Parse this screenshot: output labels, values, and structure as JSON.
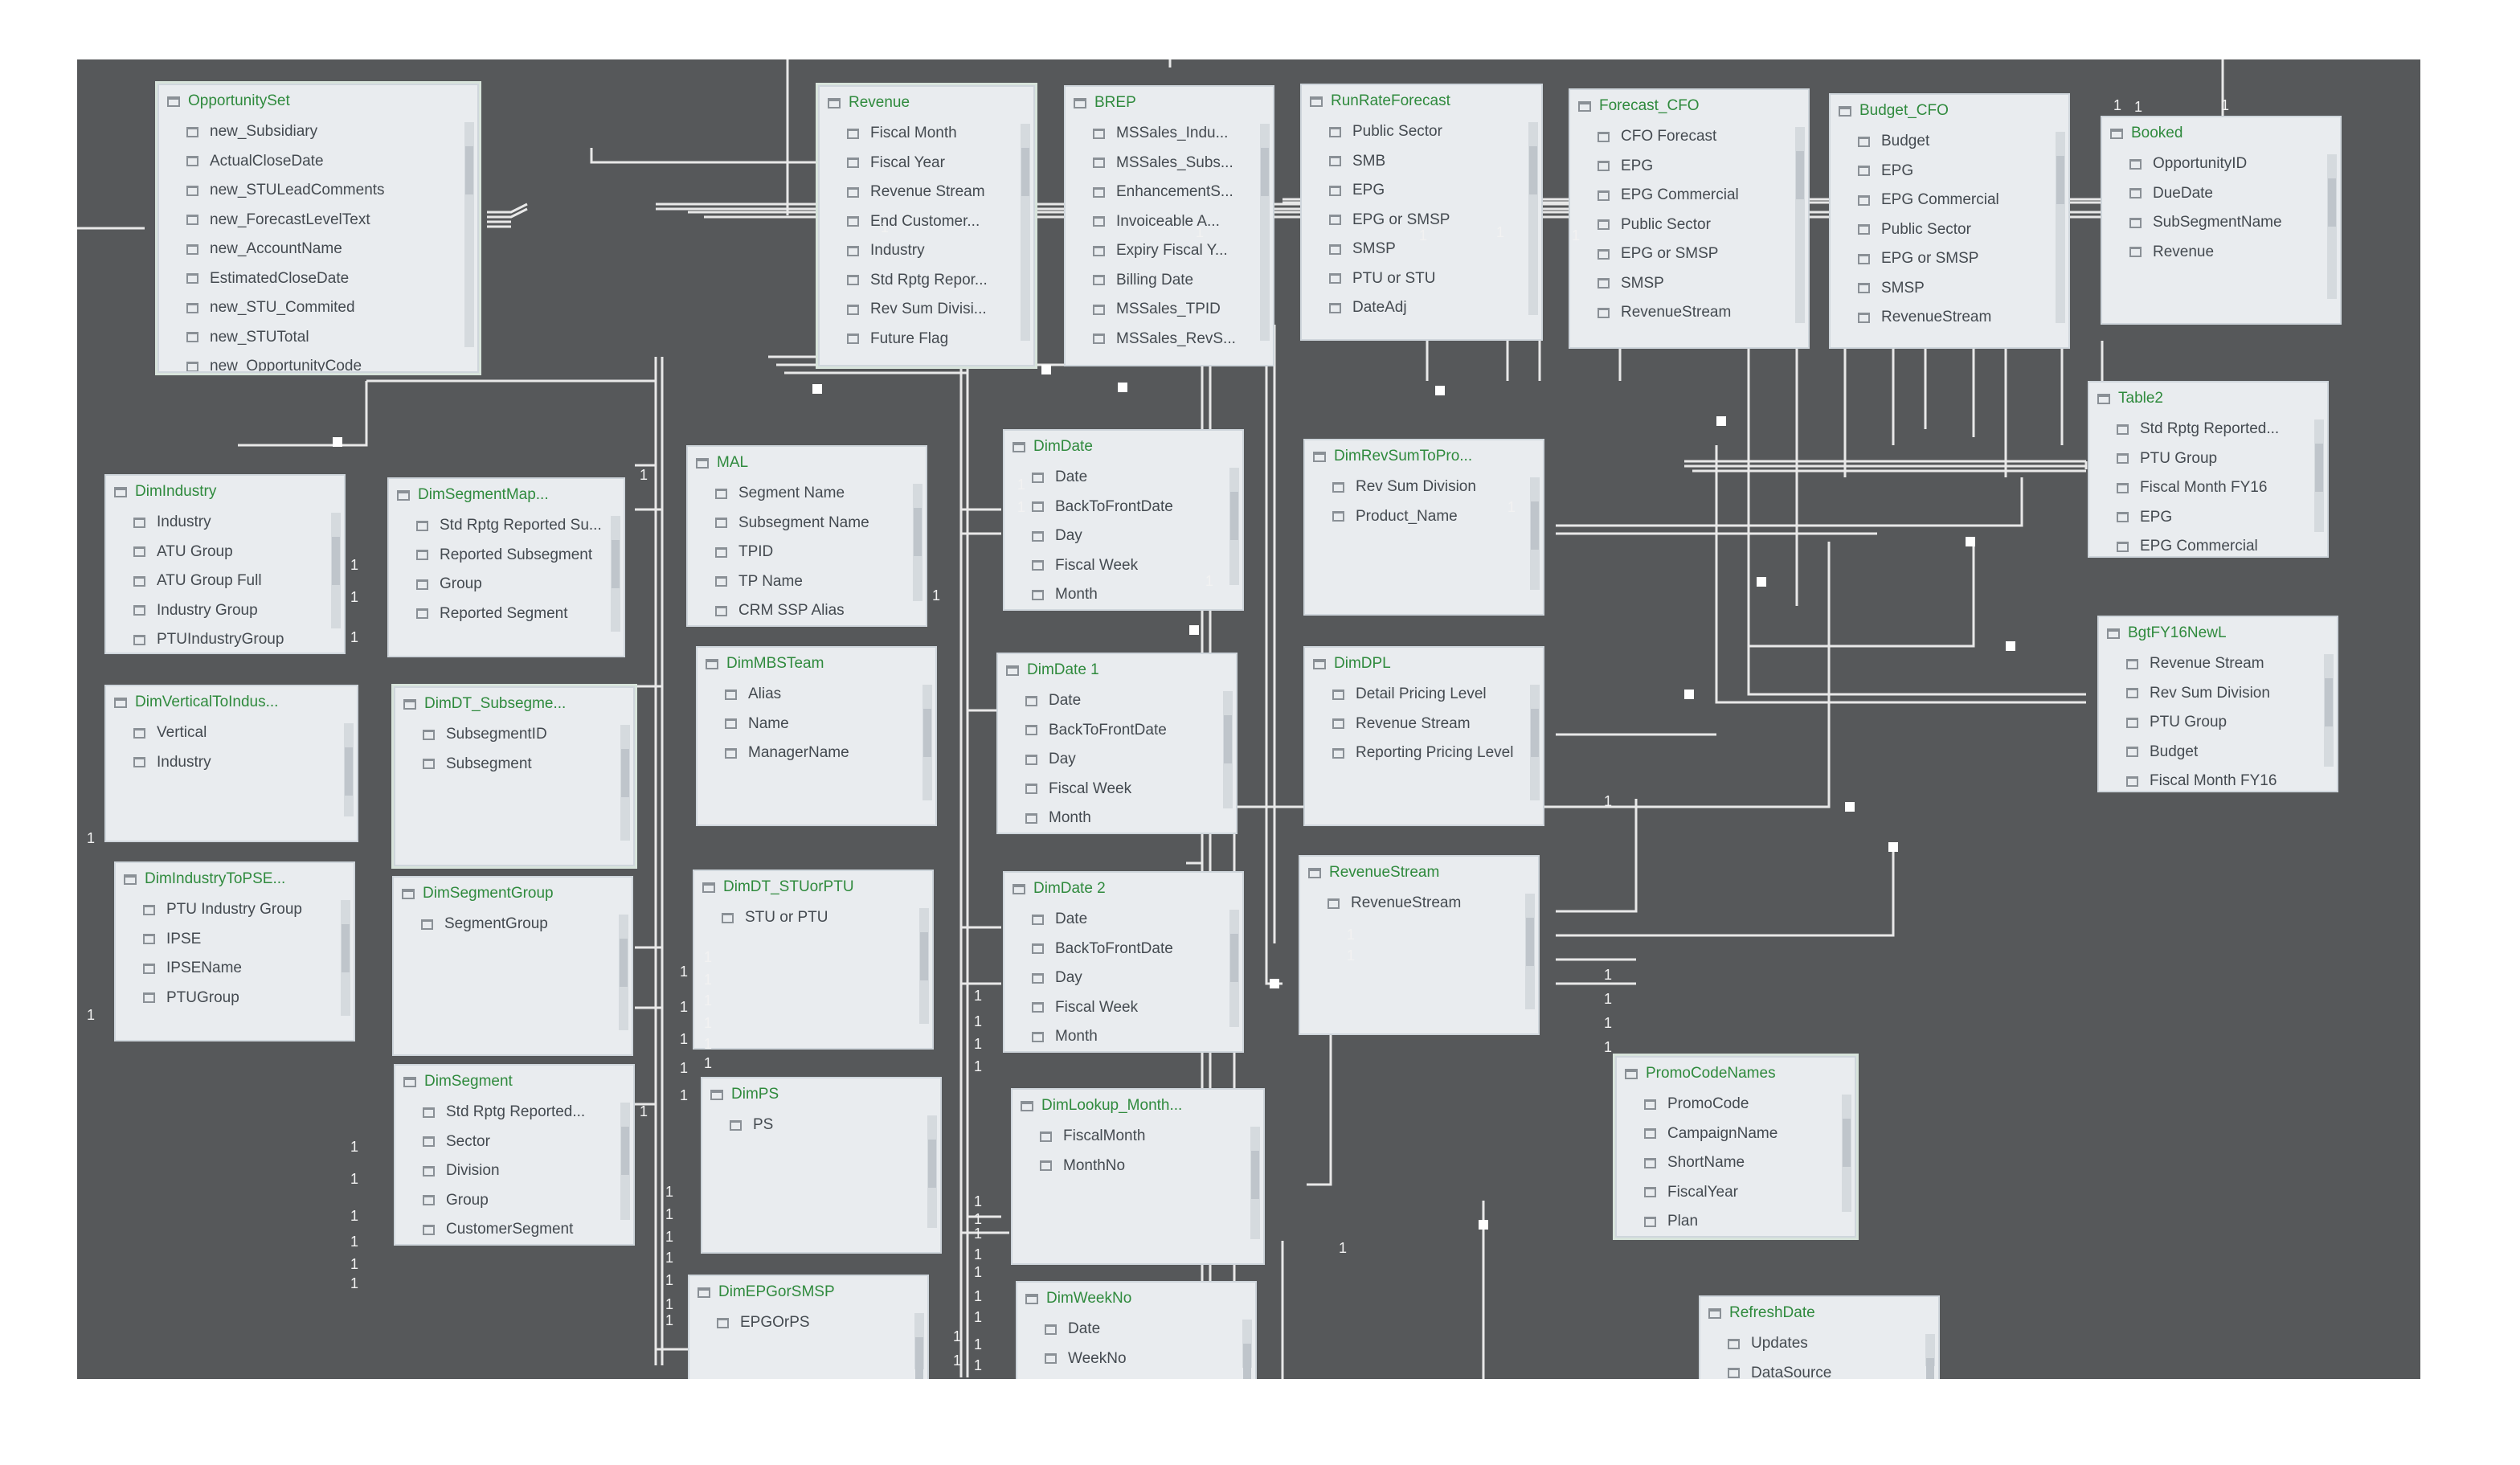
{
  "cardinality_label": "1",
  "tables": {
    "opportunityset": {
      "title": "OpportunitySet",
      "fields": [
        "new_Subsidiary",
        "ActualCloseDate",
        "new_STULeadComments",
        "new_ForecastLevelText",
        "new_AccountName",
        "EstimatedCloseDate",
        "new_STU_Commited",
        "new_STUTotal",
        "new_OpportunityCode"
      ]
    },
    "revenue": {
      "title": "Revenue",
      "fields": [
        "Fiscal Month",
        "Fiscal Year",
        "Revenue Stream",
        "End Customer...",
        "Industry",
        "Std Rptg Repor...",
        "Rev Sum Divisi...",
        "Future Flag"
      ]
    },
    "brep": {
      "title": "BREP",
      "fields": [
        "MSSales_Indu...",
        "MSSales_Subs...",
        "EnhancementS...",
        "Invoiceable A...",
        "Expiry Fiscal Y...",
        "Billing Date",
        "MSSales_TPID",
        "MSSales_RevS..."
      ]
    },
    "runrateforecast": {
      "title": "RunRateForecast",
      "fields": [
        "Public Sector",
        "SMB",
        "EPG",
        "EPG or SMSP",
        "SMSP",
        "PTU or STU",
        "DateAdj"
      ]
    },
    "forecast_cfo": {
      "title": "Forecast_CFO",
      "fields": [
        "CFO Forecast",
        "EPG",
        "EPG Commercial",
        "Public Sector",
        "EPG or SMSP",
        "SMSP",
        "RevenueStream"
      ]
    },
    "budget_cfo": {
      "title": "Budget_CFO",
      "fields": [
        "Budget",
        "EPG",
        "EPG Commercial",
        "Public Sector",
        "EPG or SMSP",
        "SMSP",
        "RevenueStream"
      ]
    },
    "booked": {
      "title": "Booked",
      "fields": [
        "OpportunityID",
        "DueDate",
        "SubSegmentName",
        "Revenue"
      ]
    },
    "table2": {
      "title": "Table2",
      "fields": [
        "Std Rptg Reported...",
        "PTU Group",
        "Fiscal Month FY16",
        "EPG",
        "EPG Commercial"
      ]
    },
    "bgtfy16newl": {
      "title": "BgtFY16NewL",
      "fields": [
        "Revenue Stream",
        "Rev Sum Division",
        "PTU Group",
        "Budget",
        "Fiscal Month FY16"
      ]
    },
    "dimindustry": {
      "title": "DimIndustry",
      "fields": [
        "Industry",
        "ATU Group",
        "ATU Group Full",
        "Industry Group",
        "PTUIndustryGroup"
      ]
    },
    "dimsegmentmap": {
      "title": "DimSegmentMap...",
      "fields": [
        "Std Rptg Reported Su...",
        "Reported Subsegment",
        "Group",
        "Reported Segment"
      ]
    },
    "mal": {
      "title": "MAL",
      "fields": [
        "Segment Name",
        "Subsegment Name",
        "TPID",
        "TP Name",
        "CRM SSP Alias"
      ]
    },
    "dimdate": {
      "title": "DimDate",
      "fields": [
        "Date",
        "BackToFrontDate",
        "Day",
        "Fiscal Week",
        "Month"
      ]
    },
    "dimrevsumtopro": {
      "title": "DimRevSumToPro...",
      "fields": [
        "Rev Sum Division",
        "Product_Name"
      ]
    },
    "dimverticaltoindus": {
      "title": "DimVerticalToIndus...",
      "fields": [
        "Vertical",
        "Industry"
      ]
    },
    "dimdt_subsegme": {
      "title": "DimDT_Subsegme...",
      "fields": [
        "SubsegmentID",
        "Subsegment"
      ]
    },
    "dimmbsteam": {
      "title": "DimMBSTeam",
      "fields": [
        "Alias",
        "Name",
        "ManagerName"
      ]
    },
    "dimdate1": {
      "title": "DimDate 1",
      "fields": [
        "Date",
        "BackToFrontDate",
        "Day",
        "Fiscal Week",
        "Month"
      ]
    },
    "dimdpl": {
      "title": "DimDPL",
      "fields": [
        "Detail Pricing Level",
        "Revenue Stream",
        "Reporting Pricing Level"
      ]
    },
    "dimindustrytopse": {
      "title": "DimIndustryToPSE...",
      "fields": [
        "PTU Industry Group",
        "IPSE",
        "IPSEName",
        "PTUGroup"
      ]
    },
    "dimsegmentgroup": {
      "title": "DimSegmentGroup",
      "fields": [
        "SegmentGroup"
      ]
    },
    "dimdt_stuorptu": {
      "title": "DimDT_STUorPTU",
      "fields": [
        "STU or PTU"
      ]
    },
    "dimdate2": {
      "title": "DimDate 2",
      "fields": [
        "Date",
        "BackToFrontDate",
        "Day",
        "Fiscal Week",
        "Month"
      ]
    },
    "revenuestream": {
      "title": "RevenueStream",
      "fields": [
        "RevenueStream"
      ]
    },
    "dimsegment": {
      "title": "DimSegment",
      "fields": [
        "Std Rptg Reported...",
        "Sector",
        "Division",
        "Group",
        "CustomerSegment"
      ]
    },
    "dimps": {
      "title": "DimPS",
      "fields": [
        "PS"
      ]
    },
    "dimlookup_month": {
      "title": "DimLookup_Month...",
      "fields": [
        "FiscalMonth",
        "MonthNo"
      ]
    },
    "promocodenames": {
      "title": "PromoCodeNames",
      "fields": [
        "PromoCode",
        "CampaignName",
        "ShortName",
        "FiscalYear",
        "Plan"
      ]
    },
    "dimepgorsmsp": {
      "title": "DimEPGorSMSP",
      "fields": [
        "EPGOrPS"
      ]
    },
    "dimweekno": {
      "title": "DimWeekNo",
      "fields": [
        "Date",
        "WeekNo"
      ]
    },
    "refreshdate": {
      "title": "RefreshDate",
      "fields": [
        "Updates",
        "DataSource"
      ]
    }
  }
}
